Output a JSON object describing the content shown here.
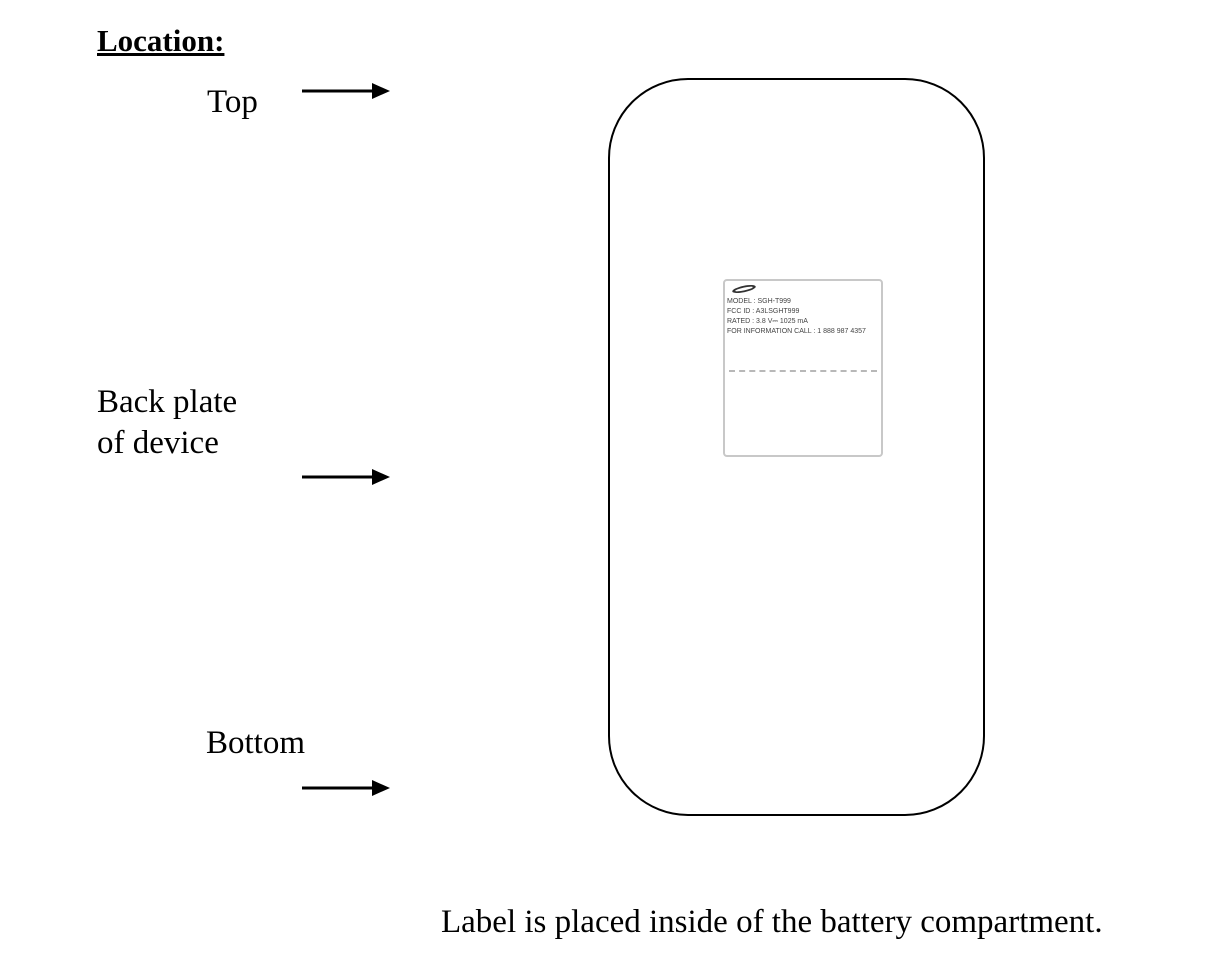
{
  "heading": "Location:",
  "labels": {
    "top": "Top",
    "back_plate_line1": "Back plate",
    "back_plate_line2": "of device",
    "bottom": "Bottom"
  },
  "device_label": {
    "model": "MODEL : SGH-T999",
    "fcc_id": "FCC ID : A3LSGHT999",
    "rated": "RATED : 3.8 V⎓ 1025 mA",
    "info": "FOR INFORMATION CALL : 1 888 987 4357"
  },
  "caption": "Label is placed inside of the battery compartment.",
  "icons": {
    "pointer_arrows": "right-arrow-icon",
    "brand_logo": "samsung-logo-icon"
  },
  "colors": {
    "outline": "#000000",
    "label_border": "#c8c8c8",
    "label_text": "#444444"
  }
}
